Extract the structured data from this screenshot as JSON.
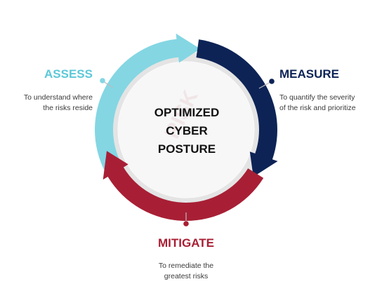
{
  "center": {
    "line1": "OPTIMIZED",
    "line2": "CYBER",
    "line3": "POSTURE"
  },
  "stages": {
    "assess": {
      "title": "ASSESS",
      "desc_line1": "To understand where",
      "desc_line2": "the risks reside",
      "color": "#5bc8d8",
      "arrow_color": "#84d6e3"
    },
    "measure": {
      "title": "MEASURE",
      "desc_line1": "To quantify the severity",
      "desc_line2": "of the risk and prioritize",
      "color": "#0d2356",
      "arrow_color": "#0d2356"
    },
    "mitigate": {
      "title": "MITIGATE",
      "desc_line1": "To remediate the",
      "desc_line2": "greatest risks",
      "color": "#a81f35",
      "arrow_color": "#a81f35"
    }
  },
  "ring_color": "#e4e4e4",
  "connector_color": "#bbbbbb"
}
